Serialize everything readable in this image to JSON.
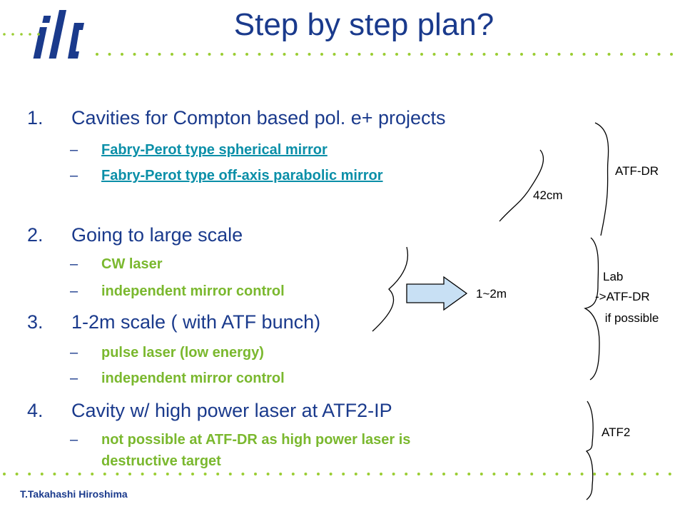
{
  "slide": {
    "title": "Step by step plan?",
    "footer": "T.Takahashi  Hiroshima",
    "logo_text": "ilc"
  },
  "items": [
    {
      "num": "1.",
      "text": "Cavities for Compton based pol. e+ projects",
      "subs": [
        {
          "dash": "–",
          "text": "Fabry-Perot type spherical mirror"
        },
        {
          "dash": "–",
          "text": "Fabry-Perot type off-axis parabolic mirror"
        }
      ]
    },
    {
      "num": "2.",
      "text": "Going to large scale",
      "subs": [
        {
          "dash": "–",
          "text": "CW laser"
        },
        {
          "dash": "–",
          "text": "independent mirror control"
        }
      ]
    },
    {
      "num": "3.",
      "text": "1-2m scale ( with ATF bunch)",
      "subs": [
        {
          "dash": "–",
          "text": "pulse laser (low energy)"
        },
        {
          "dash": "–",
          "text": "independent mirror control"
        }
      ]
    },
    {
      "num": "4.",
      "text": "Cavity w/ high power laser at ATF2-IP",
      "subs": [
        {
          "dash": "–",
          "text": "not possible at ATF-DR as high power laser is"
        },
        {
          "dash": "",
          "text": "destructive target"
        }
      ]
    }
  ],
  "notes": {
    "size_42cm": "42cm",
    "size_1_2m": "1~2m",
    "atf_dr": "ATF-DR",
    "lab_line1": "Lab",
    "lab_line2": "->ATF-DR",
    "lab_line3": " if possible",
    "atf2": "ATF2"
  },
  "colors": {
    "title_blue": "#1a3a8c",
    "link_teal": "#0b8fa8",
    "sub_green": "#7ab82e",
    "dot_green": "#9acd32",
    "arrow_fill": "#c8e0f4"
  }
}
